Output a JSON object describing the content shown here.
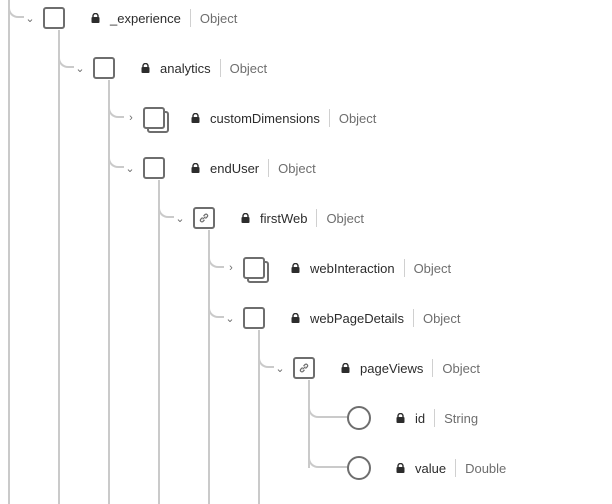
{
  "tree": {
    "nodes": [
      {
        "name": "_experience",
        "type": "Object",
        "expanded": true,
        "icon": "object-icon"
      },
      {
        "name": "analytics",
        "type": "Object",
        "expanded": true,
        "icon": "object-icon"
      },
      {
        "name": "customDimensions",
        "type": "Object",
        "expanded": false,
        "icon": "object-array-icon"
      },
      {
        "name": "endUser",
        "type": "Object",
        "expanded": true,
        "icon": "object-icon"
      },
      {
        "name": "firstWeb",
        "type": "Object",
        "expanded": true,
        "icon": "link-icon"
      },
      {
        "name": "webInteraction",
        "type": "Object",
        "expanded": false,
        "icon": "object-array-icon"
      },
      {
        "name": "webPageDetails",
        "type": "Object",
        "expanded": true,
        "icon": "object-icon"
      },
      {
        "name": "pageViews",
        "type": "Object",
        "expanded": true,
        "icon": "link-icon"
      },
      {
        "name": "id",
        "type": "String",
        "icon": "field-icon"
      },
      {
        "name": "value",
        "type": "Double",
        "icon": "field-icon"
      }
    ]
  },
  "colors": {
    "line": "#cacaca",
    "icon": "#6e6e6e",
    "text": "#2c2c2c",
    "type_text": "#6e6e6e"
  }
}
